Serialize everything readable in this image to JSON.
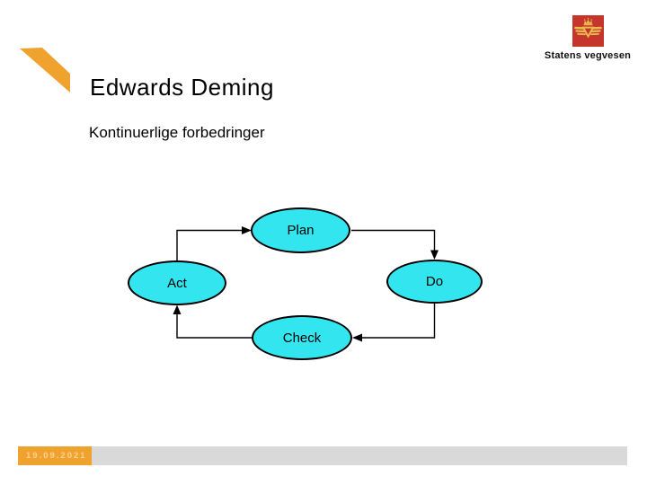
{
  "slide": {
    "title": "Edwards Deming",
    "subtitle": "Kontinuerlige forbedringer",
    "logo": {
      "org_name": "Statens vegvesen"
    },
    "footer": {
      "date": "19.09.2021"
    }
  },
  "diagram": {
    "type": "cycle",
    "nodes": [
      {
        "id": "plan",
        "label": "Plan"
      },
      {
        "id": "do",
        "label": "Do"
      },
      {
        "id": "check",
        "label": "Check"
      },
      {
        "id": "act",
        "label": "Act"
      }
    ],
    "edges": [
      {
        "from": "plan",
        "to": "do"
      },
      {
        "from": "do",
        "to": "check"
      },
      {
        "from": "check",
        "to": "act"
      },
      {
        "from": "act",
        "to": "plan"
      }
    ]
  },
  "colors": {
    "accent_orange": "#F0A22E",
    "logo_red": "#C5352C",
    "logo_gold": "#EAB94E",
    "node_cyan": "#33E5EF",
    "node_border": "#000000",
    "footer_bar_gray": "#D9D9D9",
    "footer_date_text": "#FDD290",
    "text_black": "#000000"
  }
}
